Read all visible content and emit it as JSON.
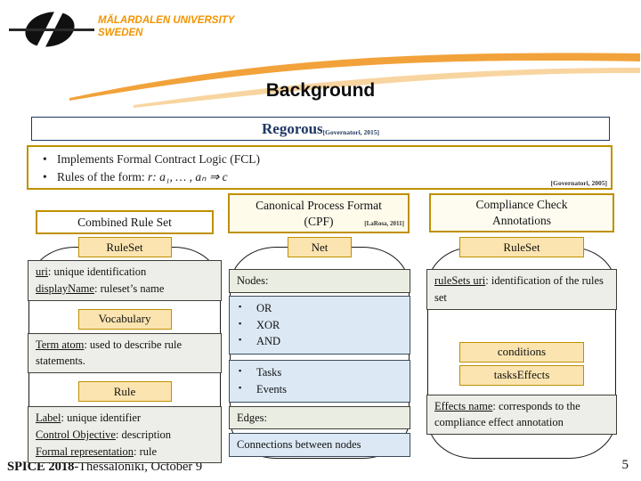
{
  "logo": {
    "line1": "MÄLARDALEN UNIVERSITY",
    "line2": "SWEDEN"
  },
  "title": "Background",
  "regorous": {
    "title": "Regorous",
    "citation": "[Governatori, 2015]"
  },
  "bullets": {
    "item1": "Implements Formal Contract Logic (FCL)",
    "item2_prefix": "Rules of the form:  ",
    "item2_math": "r: a₁, … , aₙ ⇒ c",
    "citation": "[Governatori, 2005]"
  },
  "columns": {
    "left": {
      "title": "Combined Rule Set",
      "tab1": "RuleSet",
      "box1": [
        {
          "term": "uri",
          "rest": ": unique identification"
        },
        {
          "term": "displayName",
          "rest": ": ruleset’s name"
        }
      ],
      "tab2": "Vocabulary",
      "box2": [
        {
          "term": "Term atom",
          "rest": ": used to describe rule statements."
        }
      ],
      "tab3": "Rule",
      "box3": [
        {
          "term": "Label",
          "rest": ": unique identifier"
        },
        {
          "term": "Control Objective",
          "rest": ": description"
        },
        {
          "term": "Formal representation",
          "rest": ": rule"
        }
      ]
    },
    "middle": {
      "title_line1": "Canonical Process Format",
      "title_line2": "(CPF)",
      "citation": "[LaRosa, 2011]",
      "tab1": "Net",
      "nodes_label": "Nodes:",
      "node_types": [
        "OR",
        "XOR",
        "AND"
      ],
      "node_kinds": [
        "Tasks",
        "Events"
      ],
      "edges_label": "Edges:",
      "edges_desc": "Connections between nodes"
    },
    "right": {
      "title_line1": "Compliance Check",
      "title_line2": "Annotations",
      "tab1": "RuleSet",
      "box1": [
        {
          "term": "ruleSets uri",
          "rest": ": identification of the rules set"
        }
      ],
      "tab2": "conditions",
      "tab3": "tasksEffects",
      "box2": [
        {
          "term": "Effects name",
          "rest": ": corresponds to the compliance effect annotation"
        }
      ]
    }
  },
  "footer": {
    "left_bold": "SPICE 2018",
    "left_rest": "-Thessaloniki, October 9",
    "page": "5"
  },
  "colors": {
    "accent_orange": "#F29400",
    "navy": "#1F3864",
    "gold_border": "#BF9000",
    "tab_fill": "#FBE4B0",
    "gray_fill": "#EDEDE9",
    "blue_fill": "#DCE9F5",
    "sage_fill": "#EAEDE1",
    "cream_fill": "#FEFBEA"
  }
}
